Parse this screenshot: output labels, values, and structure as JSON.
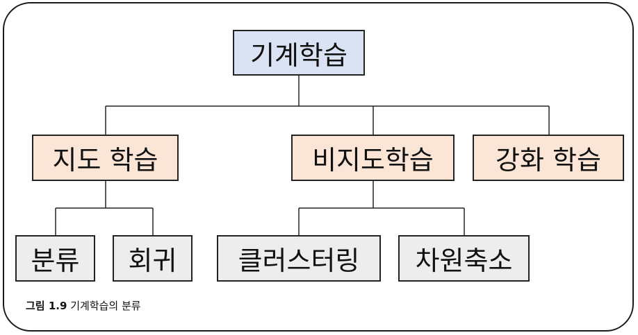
{
  "root": {
    "label": "기계학습"
  },
  "categories": [
    {
      "label": "지도 학습",
      "children": [
        "분류",
        "회귀"
      ]
    },
    {
      "label": "비지도학습",
      "children": [
        "클러스터링",
        "차원축소"
      ]
    },
    {
      "label": "강화 학습",
      "children": []
    }
  ],
  "caption": {
    "label": "그림 1.9",
    "text": "기계학습의 분류"
  },
  "colors": {
    "root": "#dae3f3",
    "category": "#fbe5d6",
    "leaf": "#ededed",
    "border": "#222222"
  }
}
